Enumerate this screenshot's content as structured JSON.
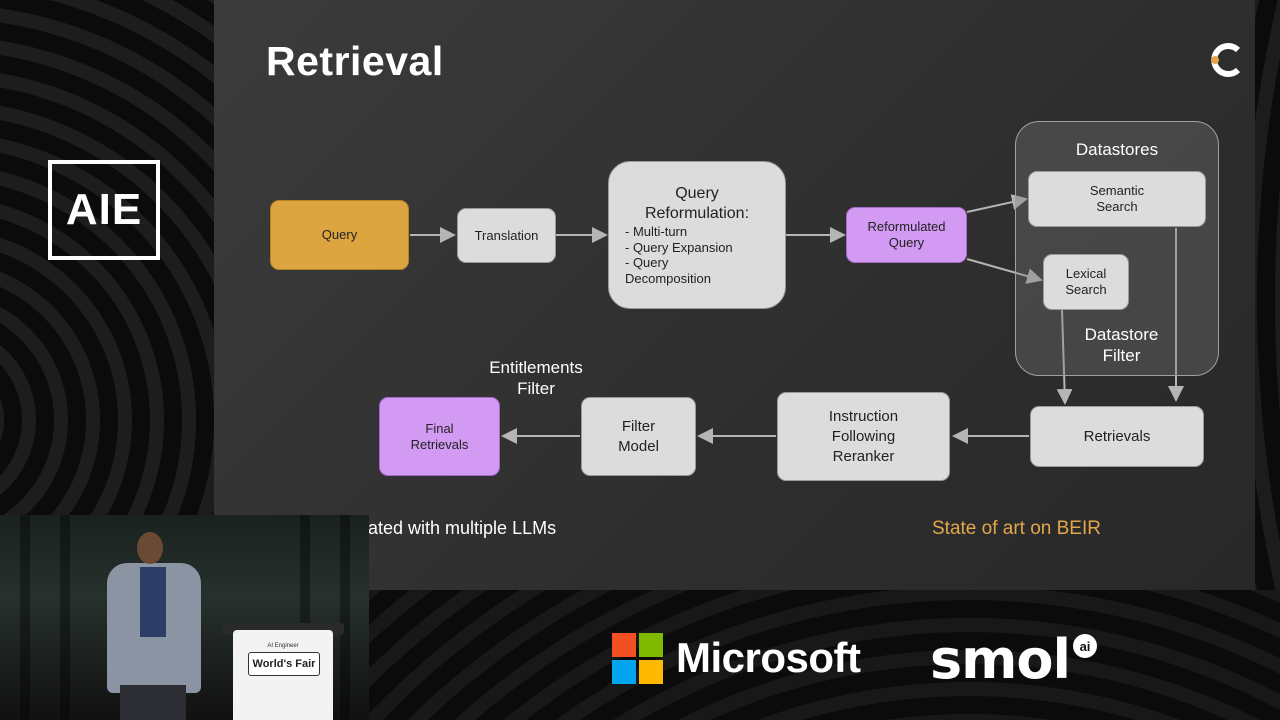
{
  "event_logo": "AIE",
  "slide": {
    "title": "Retrieval",
    "nodes": {
      "query": "Query",
      "translation": "Translation",
      "reformulation_title": "Query\nReformulation:",
      "reformulation_items": [
        "- Multi-turn",
        "- Query Expansion",
        "- Query\nDecomposition"
      ],
      "reformulated_query": "Reformulated\nQuery",
      "datastores": "Datastores",
      "semantic_search": "Semantic\nSearch",
      "lexical_search": "Lexical\nSearch",
      "datastore_filter": "Datastore\nFilter",
      "retrievals": "Retrievals",
      "reranker": "Instruction\nFollowing\nReranker",
      "filter_model": "Filter\nModel",
      "entitlements_filter": "Entitlements\nFilter",
      "final_retrievals": "Final\nRetrievals"
    },
    "footer_left": "ated with multiple LLMs",
    "footer_right": "State of art on BEIR"
  },
  "podium_label": "World's Fair",
  "podium_sublabel": "AI Engineer",
  "sponsors": {
    "microsoft": "Microsoft",
    "smol": "smol",
    "smol_badge": "ai"
  },
  "colors": {
    "query": "#dda540",
    "accent_purple": "#d39af3",
    "box_gray": "#dcdcdc",
    "footer_highlight": "#e2a74a",
    "ms_red": "#f25022",
    "ms_green": "#7fba00",
    "ms_blue": "#00a4ef",
    "ms_yellow": "#ffb900"
  }
}
